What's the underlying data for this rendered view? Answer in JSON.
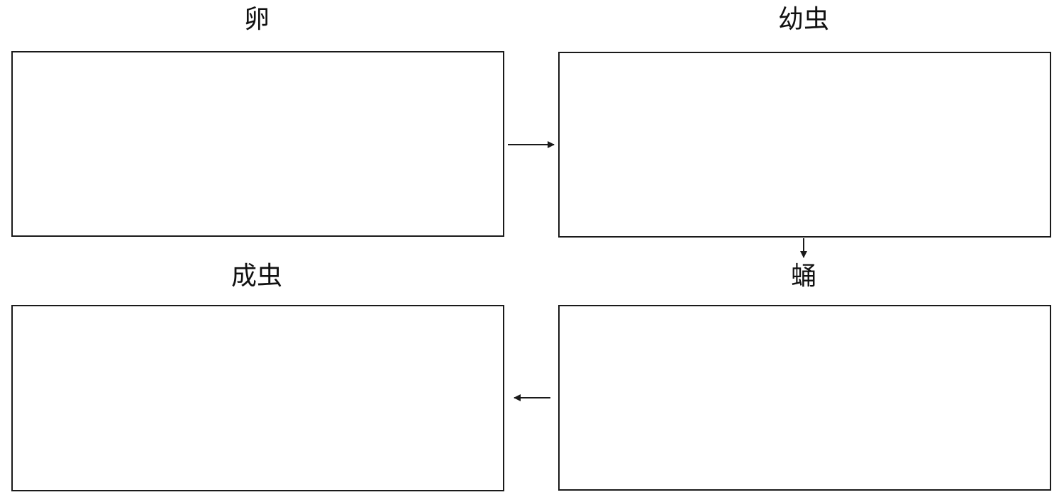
{
  "stages": {
    "egg": {
      "label": "卵"
    },
    "larva": {
      "label": "幼虫"
    },
    "pupa": {
      "label": "蛹"
    },
    "adult": {
      "label": "成虫"
    }
  },
  "colors": {
    "line": "#1a1a1a",
    "text": "#111111",
    "background": "#ffffff"
  }
}
